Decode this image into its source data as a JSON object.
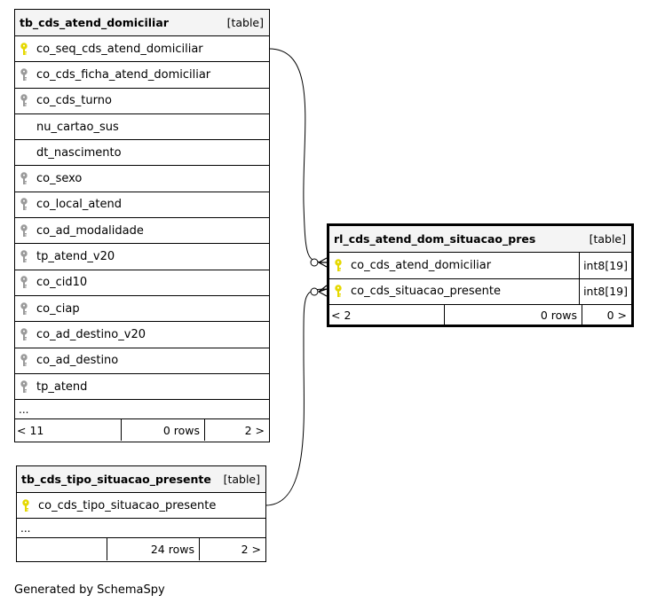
{
  "colors": {
    "primary_key": "#e5d800",
    "foreign_key": "#9a9a9a",
    "header_bg": "#f4f4f4"
  },
  "tables": {
    "domiciliar": {
      "name": "tb_cds_atend_domiciliar",
      "kind": "[table]",
      "columns": [
        {
          "name": "co_seq_cds_atend_domiciliar",
          "icon": "primary-key-icon"
        },
        {
          "name": "co_cds_ficha_atend_domiciliar",
          "icon": "foreign-key-icon"
        },
        {
          "name": "co_cds_turno",
          "icon": "foreign-key-icon"
        },
        {
          "name": "nu_cartao_sus",
          "icon": ""
        },
        {
          "name": "dt_nascimento",
          "icon": ""
        },
        {
          "name": "co_sexo",
          "icon": "foreign-key-icon"
        },
        {
          "name": "co_local_atend",
          "icon": "foreign-key-icon"
        },
        {
          "name": "co_ad_modalidade",
          "icon": "foreign-key-icon"
        },
        {
          "name": "tp_atend_v20",
          "icon": "foreign-key-icon"
        },
        {
          "name": "co_cid10",
          "icon": "foreign-key-icon"
        },
        {
          "name": "co_ciap",
          "icon": "foreign-key-icon"
        },
        {
          "name": "co_ad_destino_v20",
          "icon": "foreign-key-icon"
        },
        {
          "name": "co_ad_destino",
          "icon": "foreign-key-icon"
        },
        {
          "name": "tp_atend",
          "icon": "foreign-key-icon"
        }
      ],
      "more": "...",
      "footer": {
        "parents": "< 11",
        "rows": "0 rows",
        "children": "2 >"
      }
    },
    "situacao_pres": {
      "name": "rl_cds_atend_dom_situacao_pres",
      "kind": "[table]",
      "columns": [
        {
          "name": "co_cds_atend_domiciliar",
          "type": "int8[19]",
          "icon": "primary-key-icon"
        },
        {
          "name": "co_cds_situacao_presente",
          "type": "int8[19]",
          "icon": "primary-key-icon"
        }
      ],
      "footer": {
        "parents": "< 2",
        "rows": "0 rows",
        "children": "0 >"
      }
    },
    "tipo_situacao": {
      "name": "tb_cds_tipo_situacao_presente",
      "kind": "[table]",
      "columns": [
        {
          "name": "co_cds_tipo_situacao_presente",
          "icon": "primary-key-icon"
        }
      ],
      "more": "...",
      "footer": {
        "parents": "",
        "rows": "24 rows",
        "children": "2 >"
      }
    }
  },
  "caption": "Generated by SchemaSpy"
}
